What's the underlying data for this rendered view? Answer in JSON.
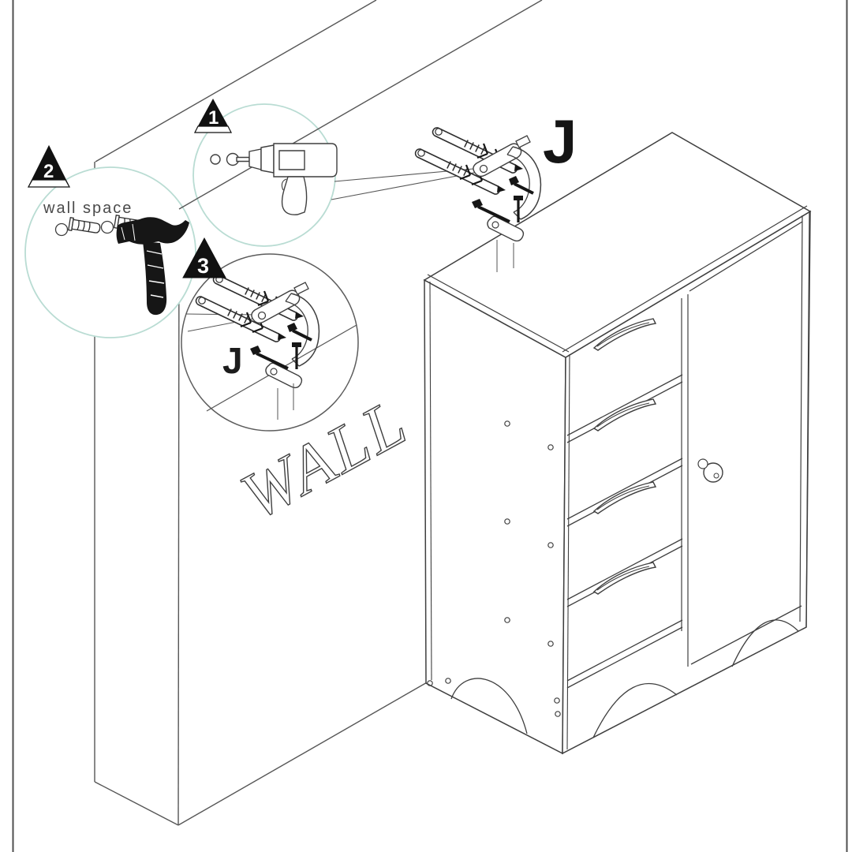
{
  "diagram": {
    "wall_label": "WALL",
    "wall_space_label": "wall  space",
    "part_label": "J",
    "callout_part_label": "J",
    "steps": [
      {
        "number": "1"
      },
      {
        "number": "2"
      },
      {
        "number": "3"
      }
    ],
    "colors": {
      "ink": "#3f3f3f",
      "wall_line": "#565656",
      "callout_teal": "#b9dcd3",
      "callout_dark": "#5c5c5c",
      "solid_black": "#161616",
      "frame": "#4f4f4f"
    }
  }
}
